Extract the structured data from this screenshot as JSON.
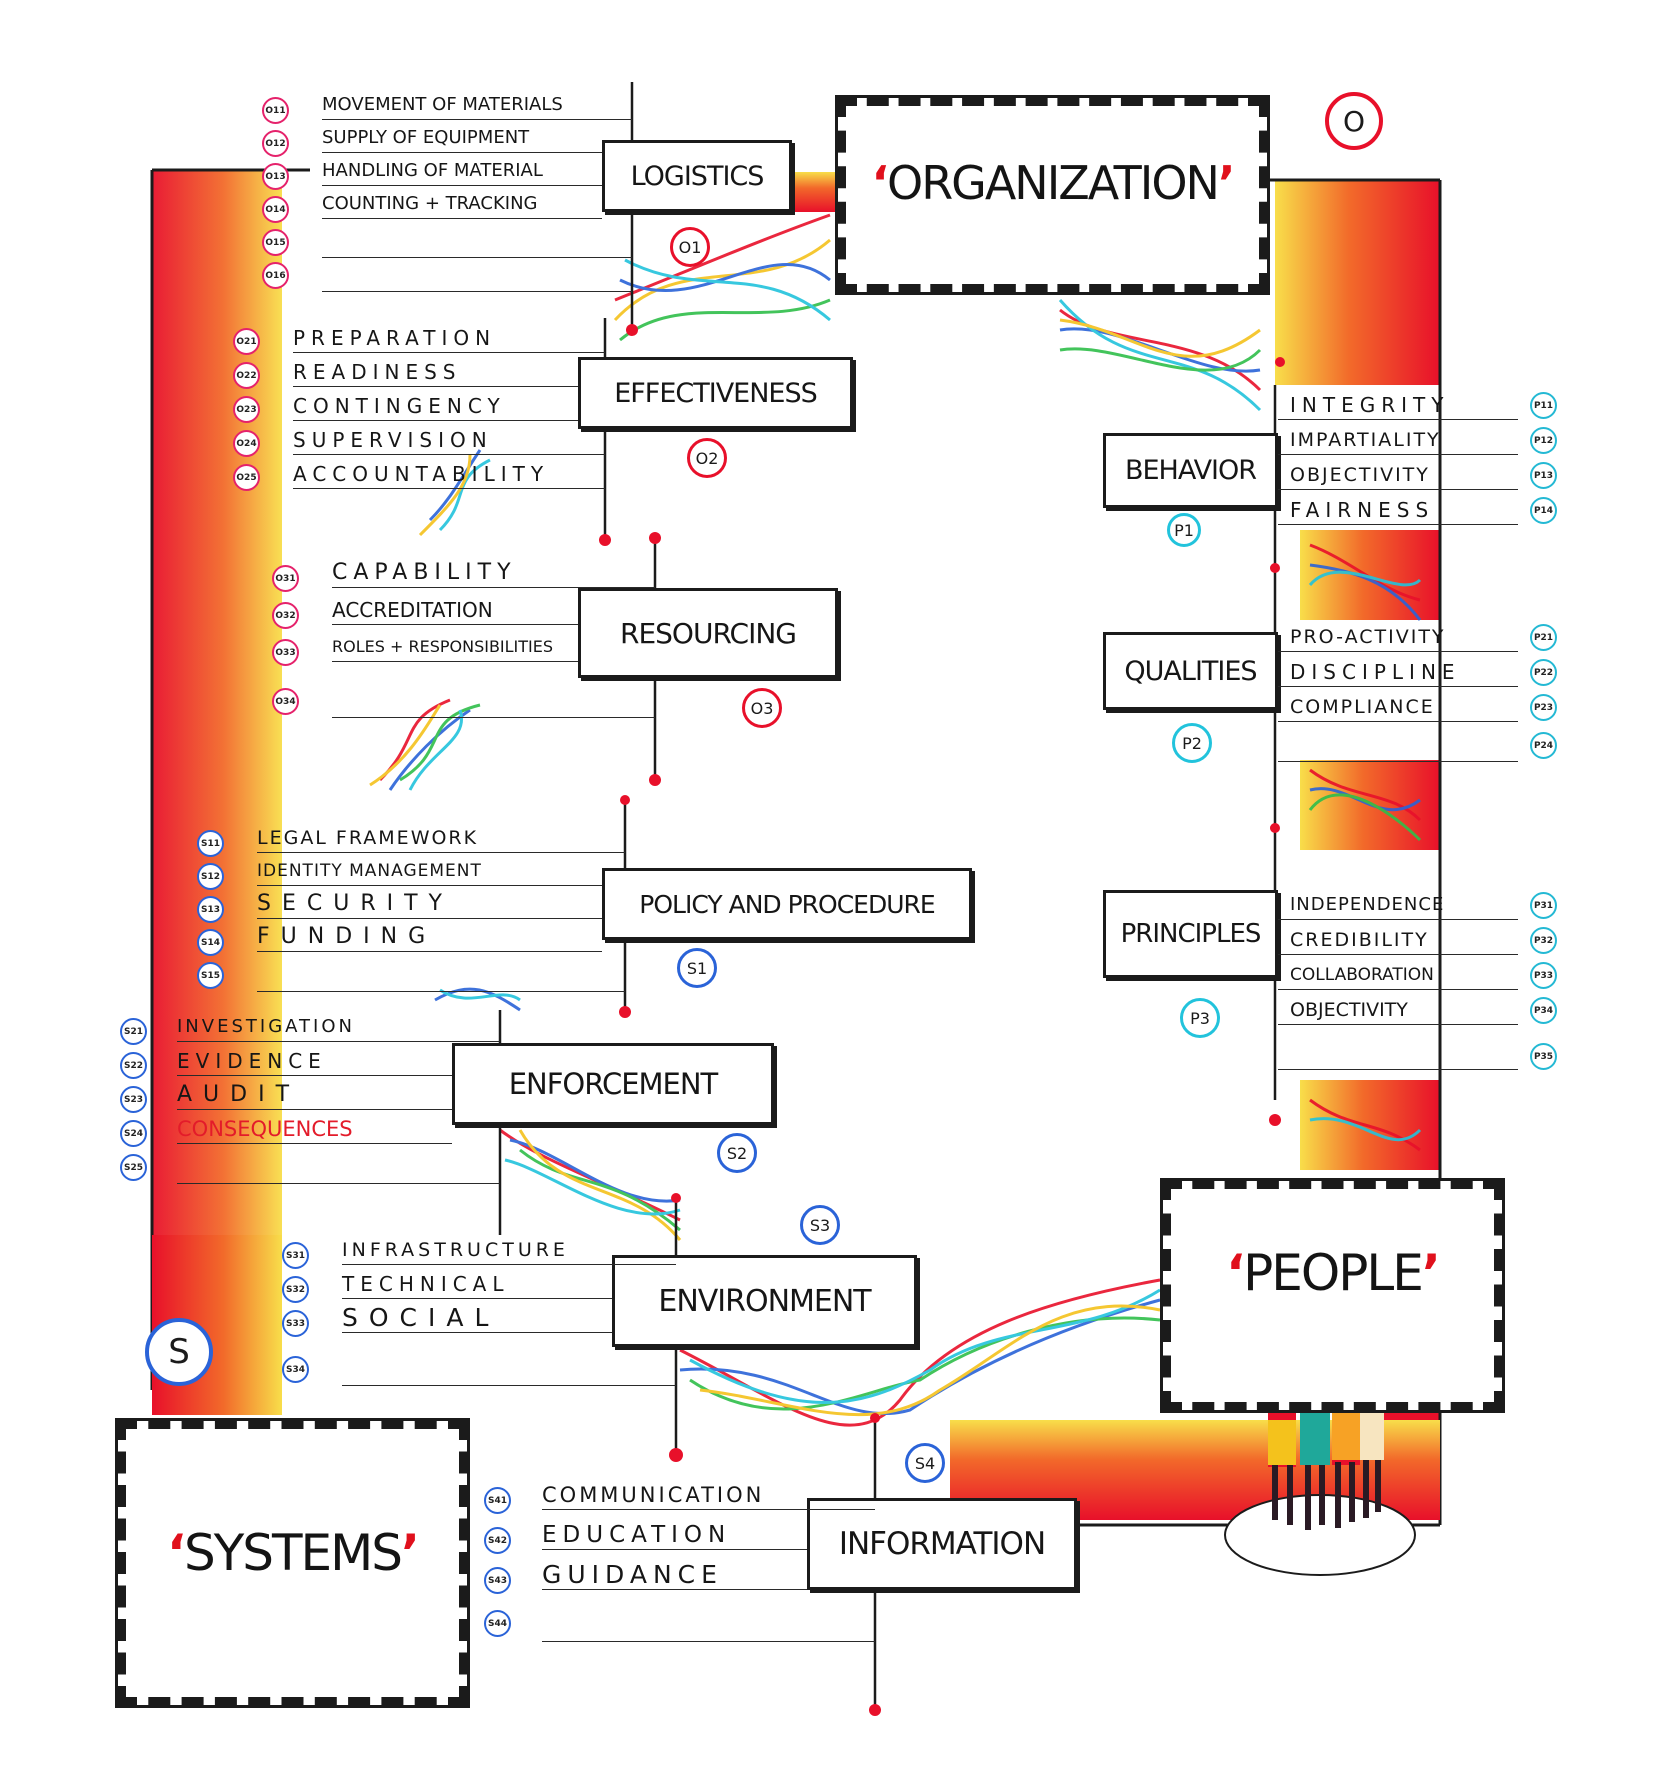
{
  "colors": {
    "red": "#e8102a",
    "yellow": "#f4d21c",
    "organization_code": "#e5226b",
    "systems_code": "#2a63d8",
    "people_code": "#24b9d4",
    "consequences_text": "#e31b2a"
  },
  "organization": {
    "title": "ORGANIZATION",
    "letter": "O",
    "sections": [
      {
        "title": "LOGISTICS",
        "tag": "O1",
        "items": [
          {
            "code": "O11",
            "label": "MOVEMENT of MATERIALS"
          },
          {
            "code": "O12",
            "label": "SUPPLY of EQUIPMENT"
          },
          {
            "code": "O13",
            "label": "HANDLING of MATERIAL"
          },
          {
            "code": "O14",
            "label": "COUNTING + TRACKING"
          },
          {
            "code": "O15",
            "label": ""
          },
          {
            "code": "O16",
            "label": ""
          }
        ]
      },
      {
        "title": "EFFECTIVENESS",
        "tag": "O2",
        "items": [
          {
            "code": "O21",
            "label": "PREPARATION"
          },
          {
            "code": "O22",
            "label": "READINESS"
          },
          {
            "code": "O23",
            "label": "CONTINGENCY"
          },
          {
            "code": "O24",
            "label": "SUPERVISION"
          },
          {
            "code": "O25",
            "label": "ACCOUNTABILITY"
          }
        ]
      },
      {
        "title": "RESOURCING",
        "tag": "O3",
        "items": [
          {
            "code": "O31",
            "label": "CAPABILITY"
          },
          {
            "code": "O32",
            "label": "ACCREDITATION"
          },
          {
            "code": "O33",
            "label": "ROLES + RESPONSIBILITIES"
          },
          {
            "code": "O34",
            "label": ""
          }
        ]
      }
    ]
  },
  "systems": {
    "title": "SYSTEMS",
    "letter": "S",
    "sections": [
      {
        "title": "POLICY AND PROCEDURE",
        "tag": "S1",
        "items": [
          {
            "code": "S11",
            "label": "LEGAL FRAMEWORK"
          },
          {
            "code": "S12",
            "label": "IDENTITY MANAGEMENT"
          },
          {
            "code": "S13",
            "label": "SECURITY"
          },
          {
            "code": "S14",
            "label": "FUNDING"
          },
          {
            "code": "S15",
            "label": ""
          }
        ]
      },
      {
        "title": "ENFORCEMENT",
        "tag": "S2",
        "items": [
          {
            "code": "S21",
            "label": "INVESTIGATION"
          },
          {
            "code": "S22",
            "label": "EVIDENCE"
          },
          {
            "code": "S23",
            "label": "AUDIT"
          },
          {
            "code": "S24",
            "label": "CONSEQUENCES"
          },
          {
            "code": "S25",
            "label": ""
          }
        ]
      },
      {
        "title": "ENVIRONMENT",
        "tag": "S3",
        "items": [
          {
            "code": "S31",
            "label": "INFRASTRUCTURE"
          },
          {
            "code": "S32",
            "label": "TECHNICAL"
          },
          {
            "code": "S33",
            "label": "SOCIAL"
          },
          {
            "code": "S34",
            "label": ""
          }
        ]
      },
      {
        "title": "INFORMATION",
        "tag": "S4",
        "items": [
          {
            "code": "S41",
            "label": "COMMUNICATION"
          },
          {
            "code": "S42",
            "label": "EDUCATION"
          },
          {
            "code": "S43",
            "label": "GUIDANCE"
          },
          {
            "code": "S44",
            "label": ""
          }
        ]
      }
    ]
  },
  "people": {
    "title": "PEOPLE",
    "sections": [
      {
        "title": "BEHAVIOR",
        "tag": "P1",
        "items": [
          {
            "code": "P11",
            "label": "INTEGRITY"
          },
          {
            "code": "P12",
            "label": "IMPARTIALITY"
          },
          {
            "code": "P13",
            "label": "OBJECTIVITY"
          },
          {
            "code": "P14",
            "label": "FAIRNESS"
          }
        ]
      },
      {
        "title": "QUALITIES",
        "tag": "P2",
        "items": [
          {
            "code": "P21",
            "label": "PRO-ACTIVITY"
          },
          {
            "code": "P22",
            "label": "DISCIPLINE"
          },
          {
            "code": "P23",
            "label": "COMPLIANCE"
          },
          {
            "code": "P24",
            "label": ""
          }
        ]
      },
      {
        "title": "PRINCIPLES",
        "tag": "P3",
        "items": [
          {
            "code": "P31",
            "label": "INDEPENDENCE"
          },
          {
            "code": "P32",
            "label": "CREDIBILITY"
          },
          {
            "code": "P33",
            "label": "COLLABORATION"
          },
          {
            "code": "P34",
            "label": "OBJECTIVITY"
          },
          {
            "code": "P35",
            "label": ""
          }
        ]
      }
    ]
  }
}
